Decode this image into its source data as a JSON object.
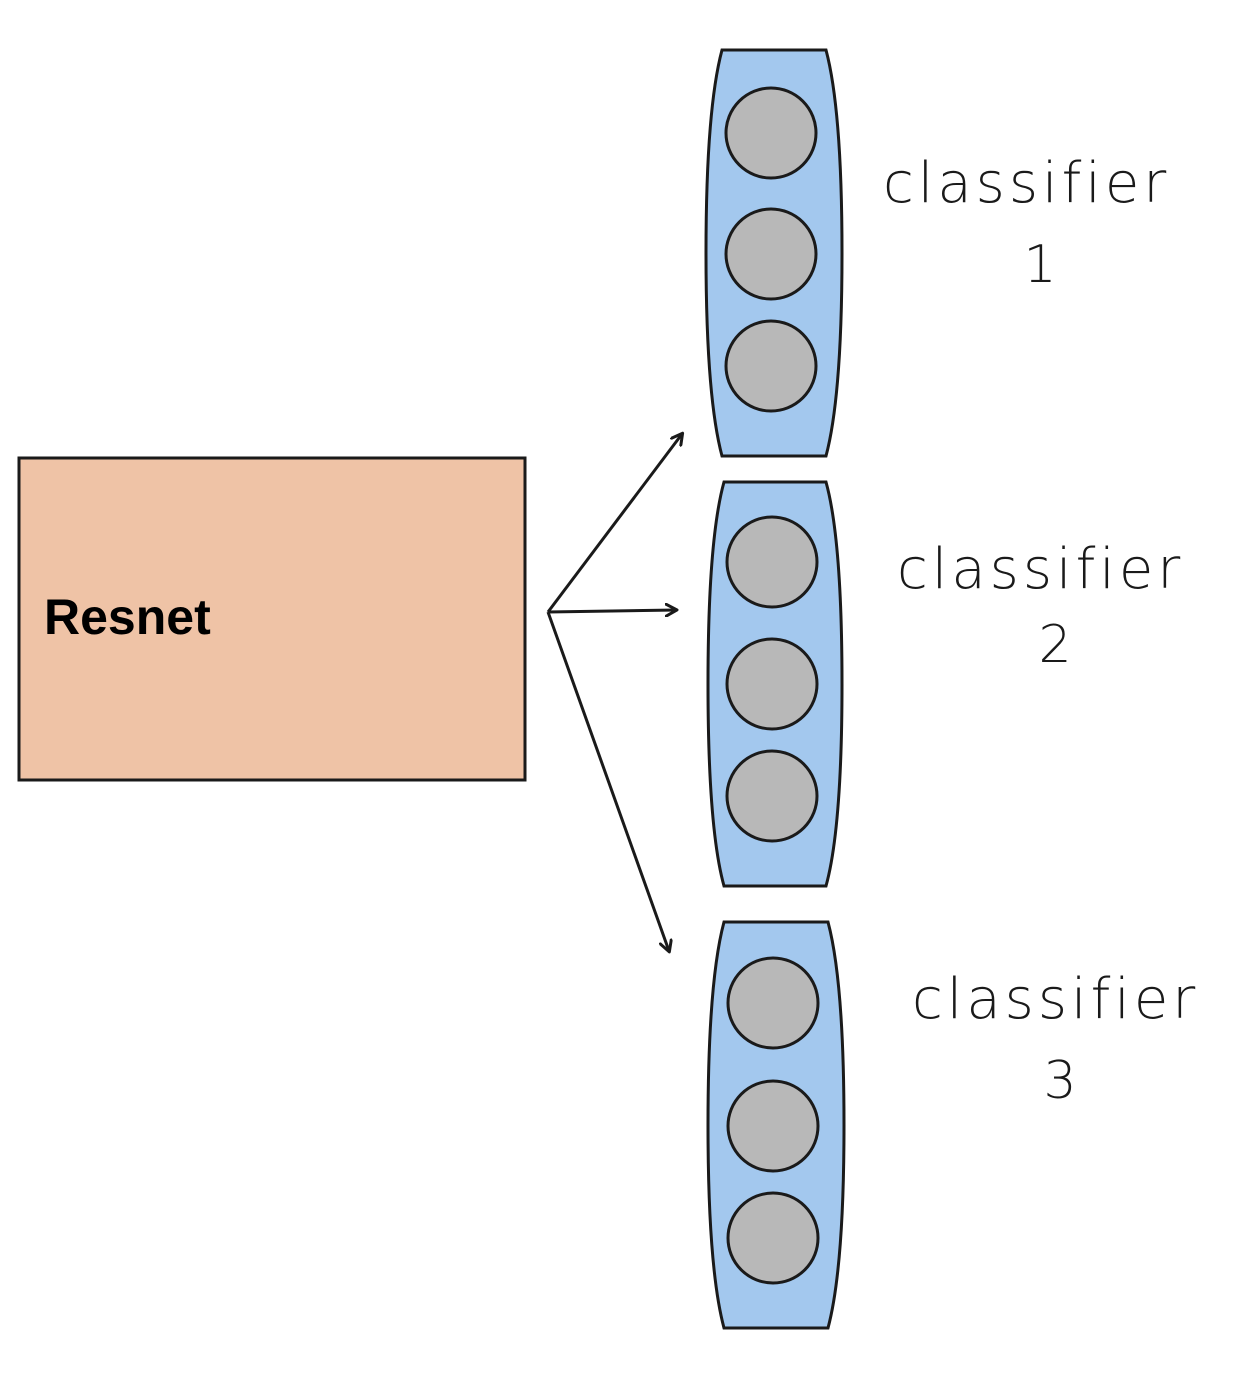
{
  "backbone": {
    "label": "Resnet",
    "fill": "#efc3a6",
    "stroke": "#1a1a1a"
  },
  "classifier_style": {
    "capsule_fill": "#a3c8ee",
    "neuron_fill": "#b8b8b8",
    "stroke": "#1a1a1a"
  },
  "classifiers": [
    {
      "word": "classifier",
      "number": "1",
      "neurons": 3
    },
    {
      "word": "classifier",
      "number": "2",
      "neurons": 3
    },
    {
      "word": "classifier",
      "number": "3",
      "neurons": 3
    }
  ]
}
